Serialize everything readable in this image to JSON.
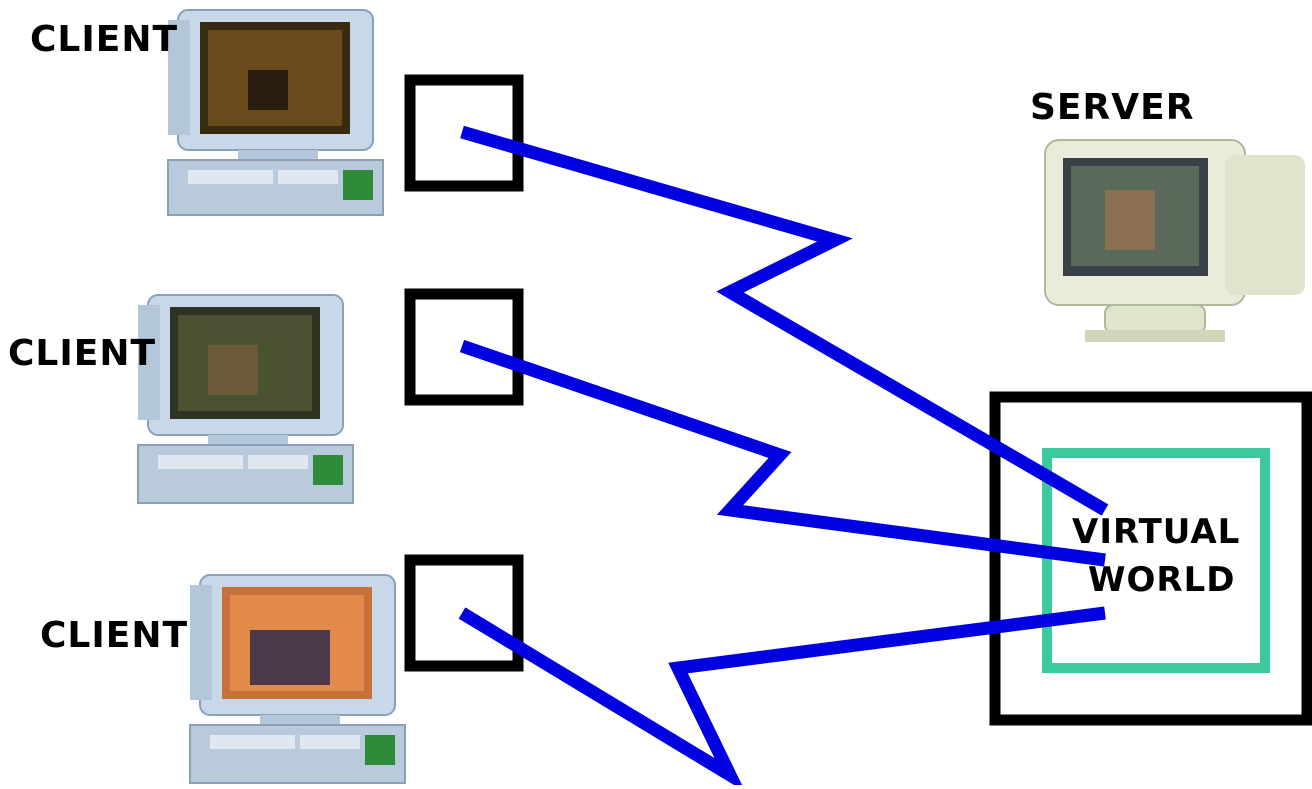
{
  "labels": {
    "client_1": "CLIENT",
    "client_2": "CLIENT",
    "client_3": "CLIENT",
    "server": "SERVER",
    "virtual": "VIRTUAL",
    "world": "WORLD"
  },
  "colors": {
    "link": "#0000e0",
    "world_border": "#3cc9a0",
    "box_border": "#000000",
    "computer_body": "#c9d8e8",
    "server_body": "#e8ecd8"
  },
  "icons": [
    "client-computer-icon",
    "server-monitor-icon"
  ]
}
